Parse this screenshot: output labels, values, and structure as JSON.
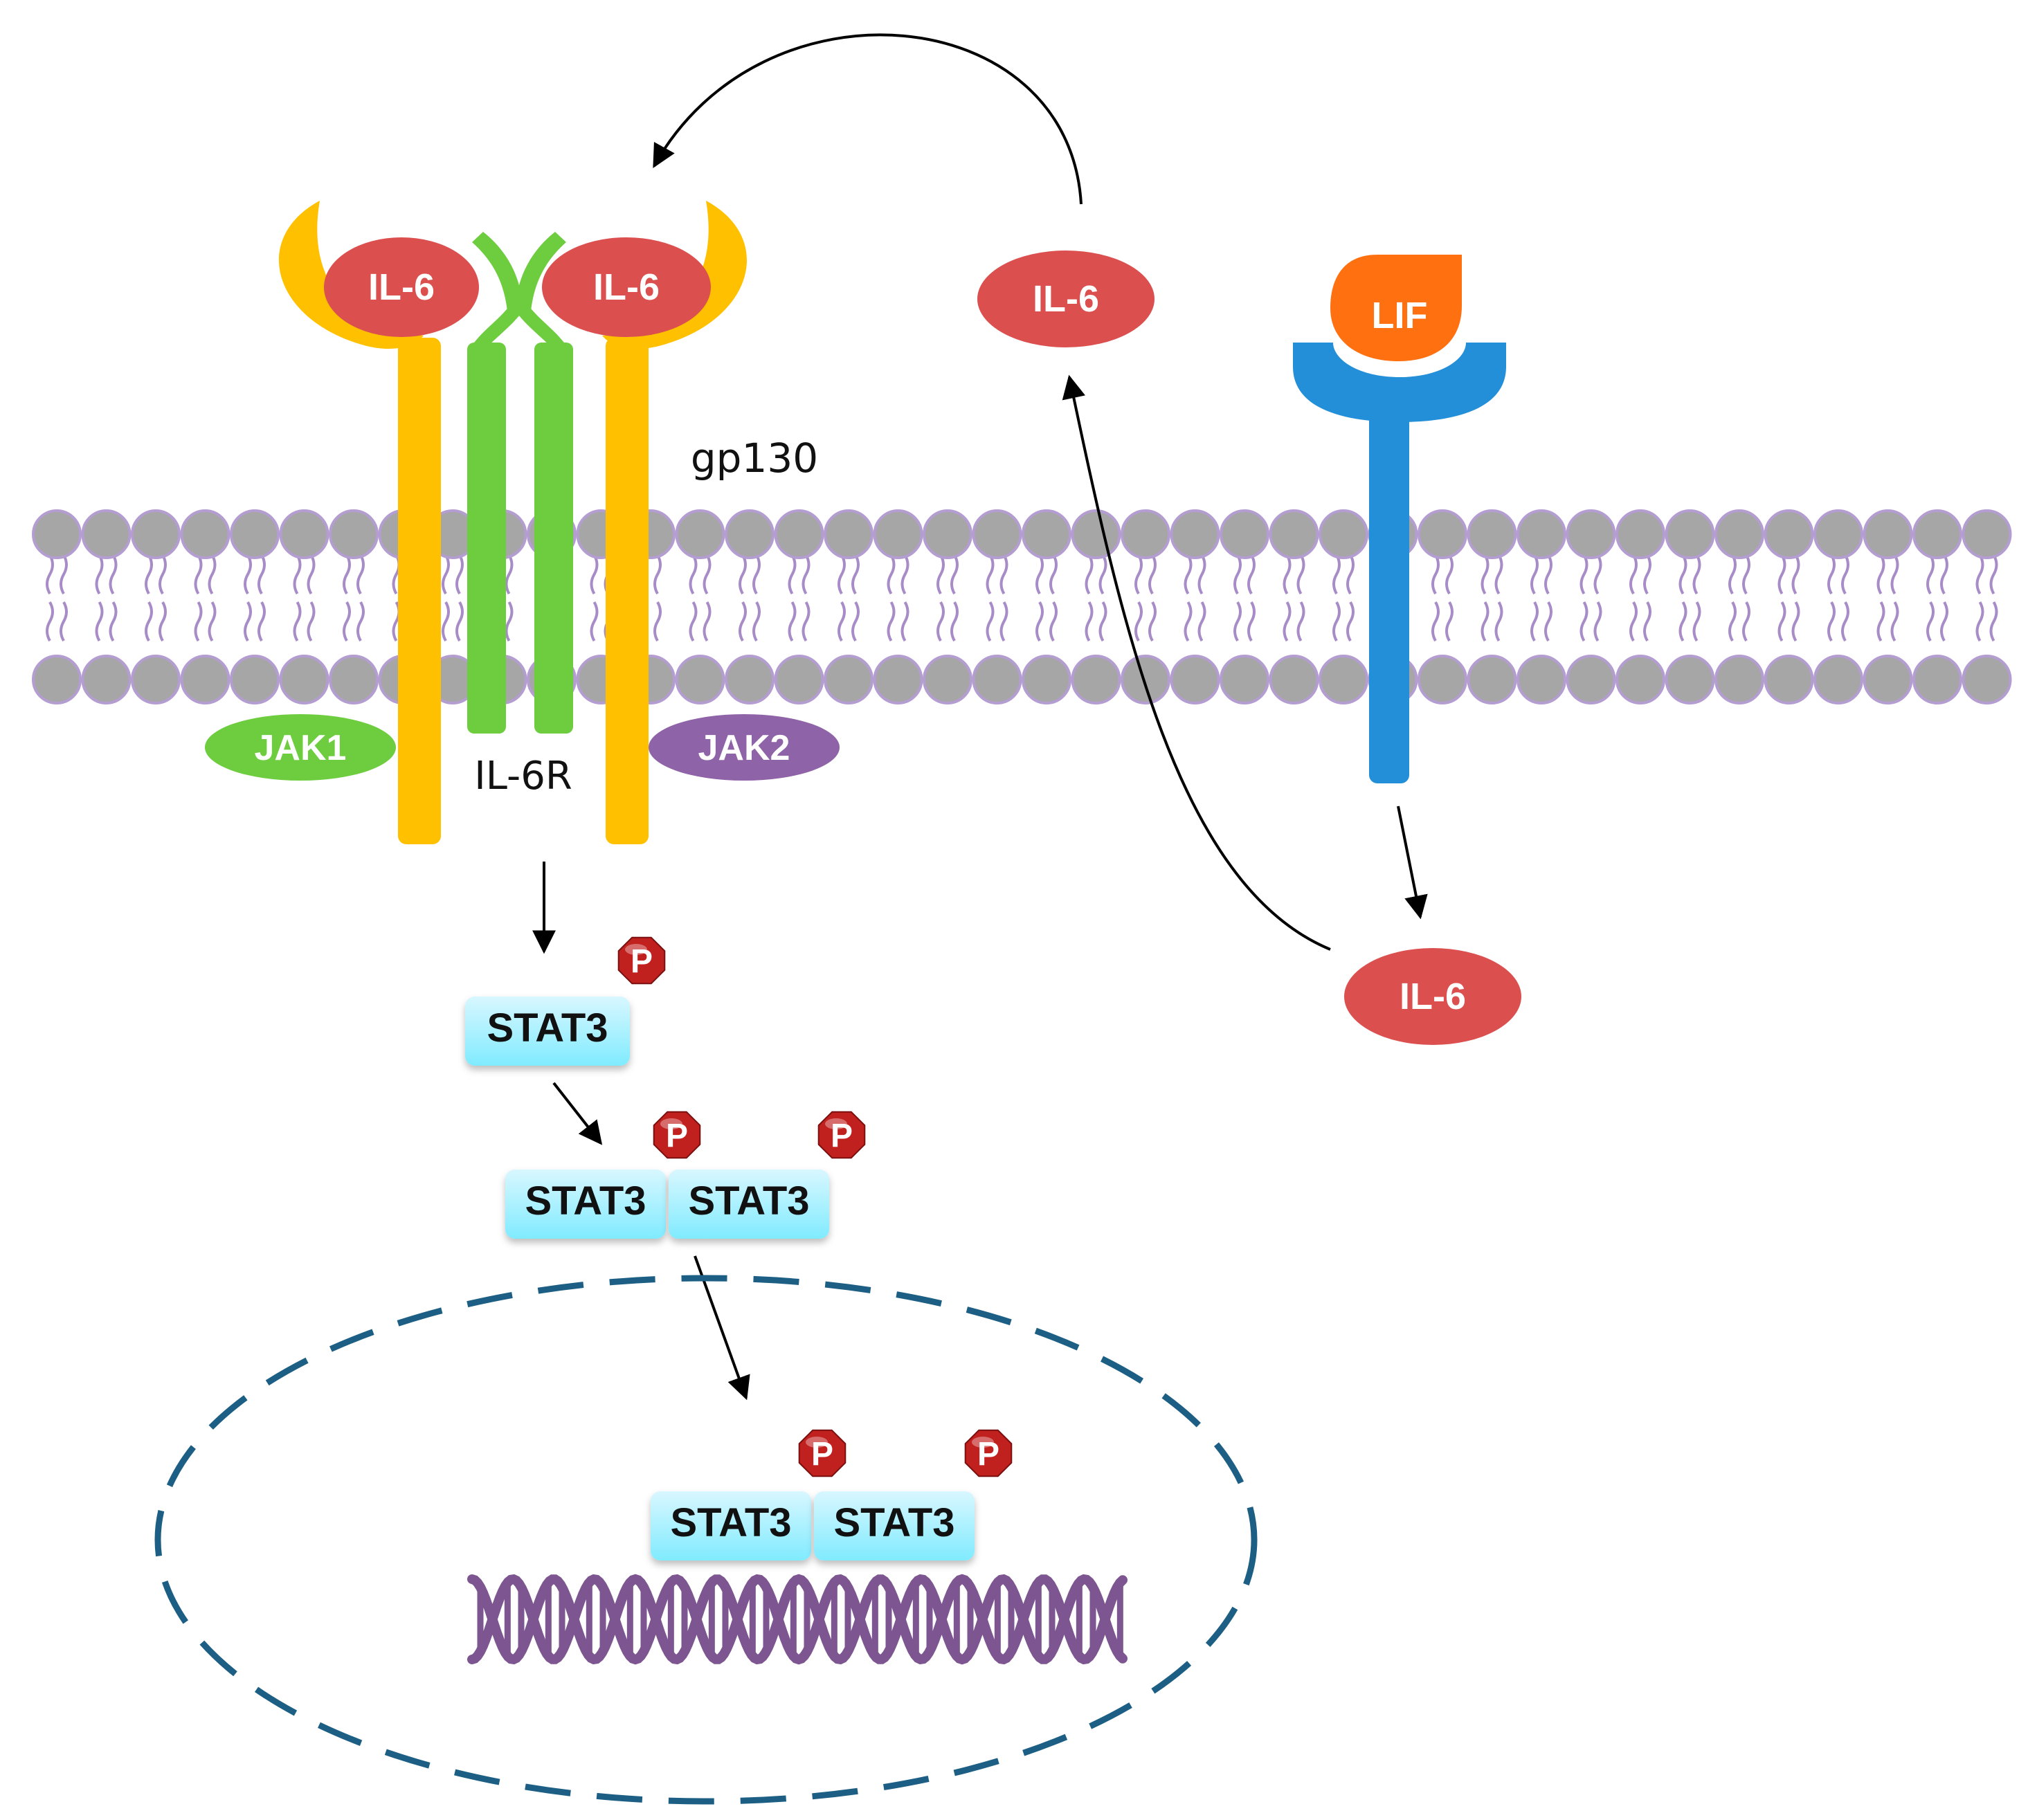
{
  "labels": {
    "il6": "IL-6",
    "lif": "LIF",
    "gp130": "gp130",
    "il6r": "IL-6R",
    "jak1": "JAK1",
    "jak2": "JAK2",
    "stat3": "STAT3",
    "phospho": "P"
  },
  "colors": {
    "il6": "#db4f4f",
    "lif": "#ff7010",
    "gp130": "#ffc000",
    "il6r": "#6ecd3f",
    "lif_receptor": "#238fd8",
    "jak1": "#6ecd3f",
    "jak2": "#8e63a8",
    "stat3_top": "#d4f6ff",
    "stat3_bottom": "#84ecff",
    "phospho": "#c0201e",
    "membrane_head": "#a6a6a6",
    "membrane_edge": "#b49dd0",
    "membrane_tail": "#a88cc8",
    "nucleus": "#1d5f84",
    "dna": "#7d5590",
    "arrow": "#000000"
  }
}
